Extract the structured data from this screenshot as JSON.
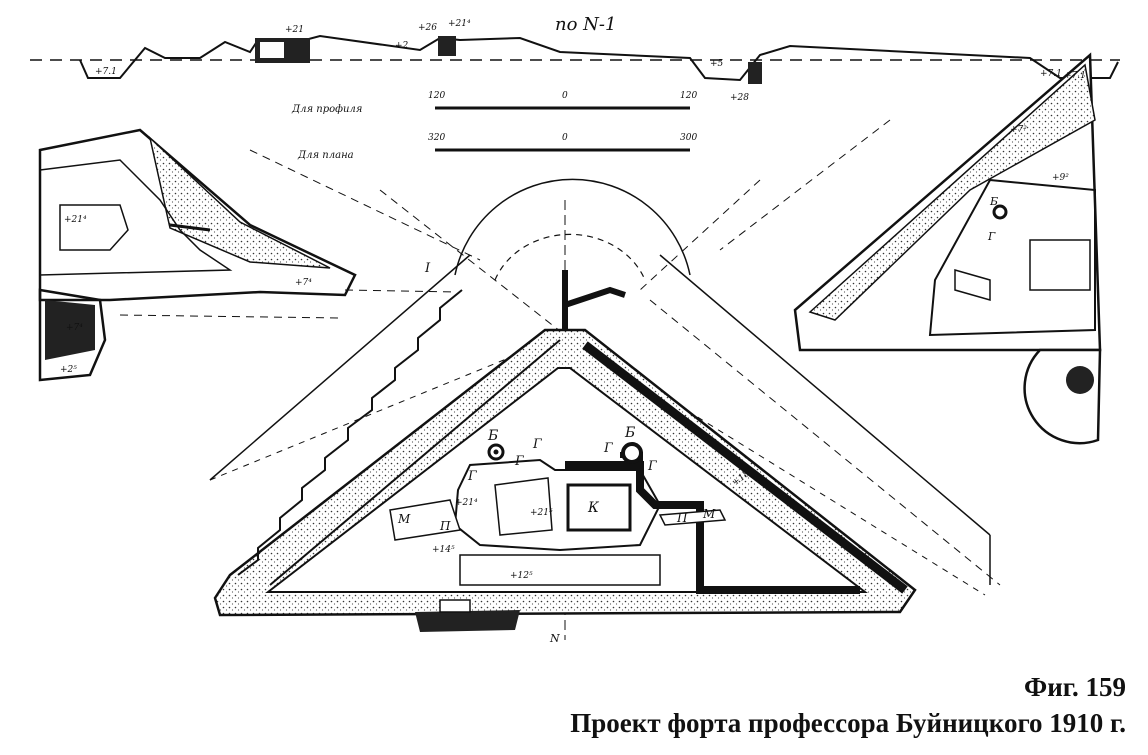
{
  "caption": {
    "figure_number": "Фиг. 159",
    "title": "Проект форта профессора Буйницкого 1910 г."
  },
  "profile": {
    "section_label": "по N-1",
    "elevations": [
      "+7.1",
      "+21",
      "+2",
      "+26",
      "+21⁴",
      "+5",
      "+28",
      "+7.1"
    ]
  },
  "scales": {
    "profile_label": "Для профиля",
    "plan_label": "Для плана",
    "profile_ticks": [
      "120",
      "0",
      "120"
    ],
    "plan_ticks": [
      "320",
      "0",
      "300"
    ]
  },
  "plan_labels": {
    "point_1": "I",
    "b_left": "Б",
    "b_right": "Б",
    "g1": "Г",
    "g2": "Г",
    "g3": "Г",
    "g4": "Г",
    "g5": "Г",
    "k": "К",
    "p_left": "П",
    "p_right": "П",
    "m_left": "М",
    "m_right": "М",
    "elev_21a": "+21⁴",
    "elev_21b": "+21⁵",
    "elev_14": "+14⁵",
    "elev_12": "+12⁵",
    "elev_18": "+18",
    "n_mark": "N"
  },
  "left_detail": {
    "elev_21": "+21⁴",
    "elev_74": "+7⁴",
    "elev_74b": "+7⁴",
    "elev_25": "+2⁵"
  },
  "right_detail": {
    "b": "Б",
    "g": "Г",
    "elev_92": "+9²",
    "elev_72": "+7²",
    "elev_71": "+7.1"
  }
}
